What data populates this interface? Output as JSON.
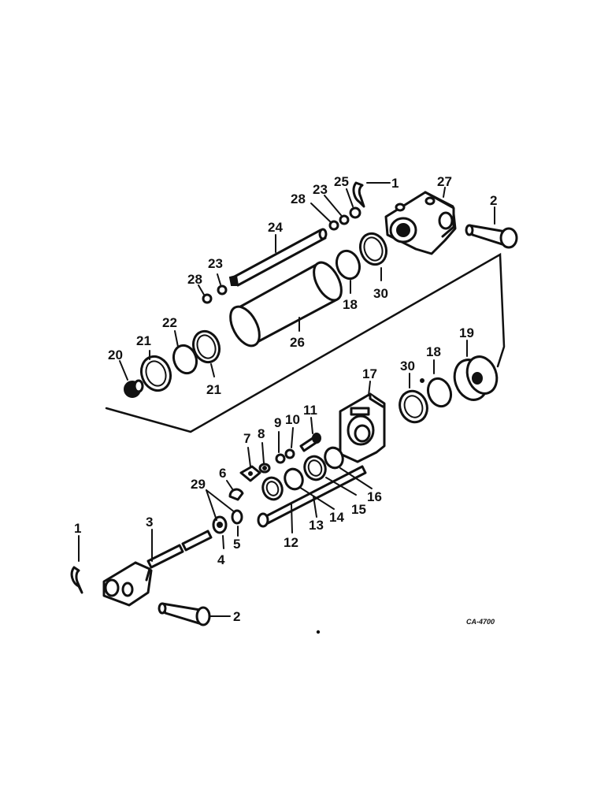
{
  "diagram": {
    "reference_code": "CA-4700",
    "labels": {
      "l1a": "1",
      "l1b": "1",
      "l2a": "2",
      "l2b": "2",
      "l3": "3",
      "l4": "4",
      "l5": "5",
      "l6": "6",
      "l7": "7",
      "l8": "8",
      "l9": "9",
      "l10": "10",
      "l11": "11",
      "l12": "12",
      "l13": "13",
      "l14": "14",
      "l15": "15",
      "l16": "16",
      "l17": "17",
      "l18a": "18",
      "l18b": "18",
      "l19": "19",
      "l20": "20",
      "l21a": "21",
      "l21b": "21",
      "l22": "22",
      "l23a": "23",
      "l23b": "23",
      "l24": "24",
      "l25": "25",
      "l26": "26",
      "l27": "27",
      "l28a": "28",
      "l28b": "28",
      "l29": "29",
      "l30a": "30",
      "l30b": "30"
    }
  }
}
